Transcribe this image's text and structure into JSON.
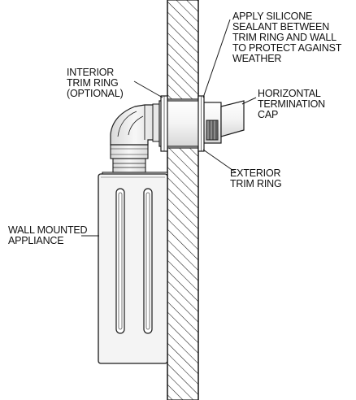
{
  "labels": {
    "sealant": "APPLY SILICONE\nSEALANT BETWEEN\nTRIM RING AND WALL\nTO PROTECT AGAINST\nWEATHER",
    "interior_trim_ring": "INTERIOR\nTRIM RING\n(OPTIONAL)",
    "termination_cap": "HORIZONTAL\nTERMINATION\nCAP",
    "exterior_trim_ring": "EXTERIOR\nTRIM RING",
    "appliance": "WALL MOUNTED\nAPPLIANCE"
  },
  "colors": {
    "line": "#1a1a1a",
    "pipe_fill": "#f2f2f2",
    "appliance_fill": "#f4f4f4",
    "wall_fill": "#ffffff"
  }
}
